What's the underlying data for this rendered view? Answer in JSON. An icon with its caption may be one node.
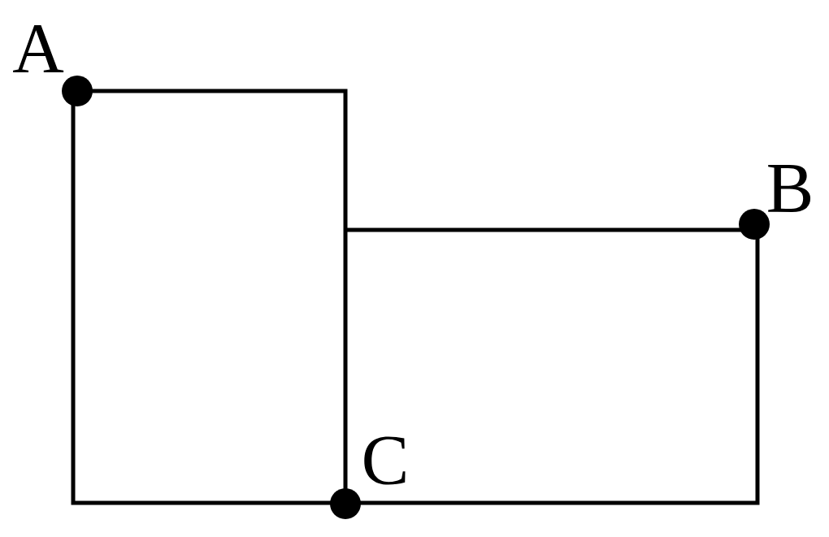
{
  "diagram": {
    "nodes": [
      {
        "text": [],
        "shape": "circle",
        "beside": [
          "A"
        ]
      },
      {
        "text": [],
        "shape": "circle",
        "beside": [
          "B"
        ]
      },
      {
        "text": [],
        "shape": "circle",
        "beside": [
          "C"
        ]
      }
    ]
  }
}
